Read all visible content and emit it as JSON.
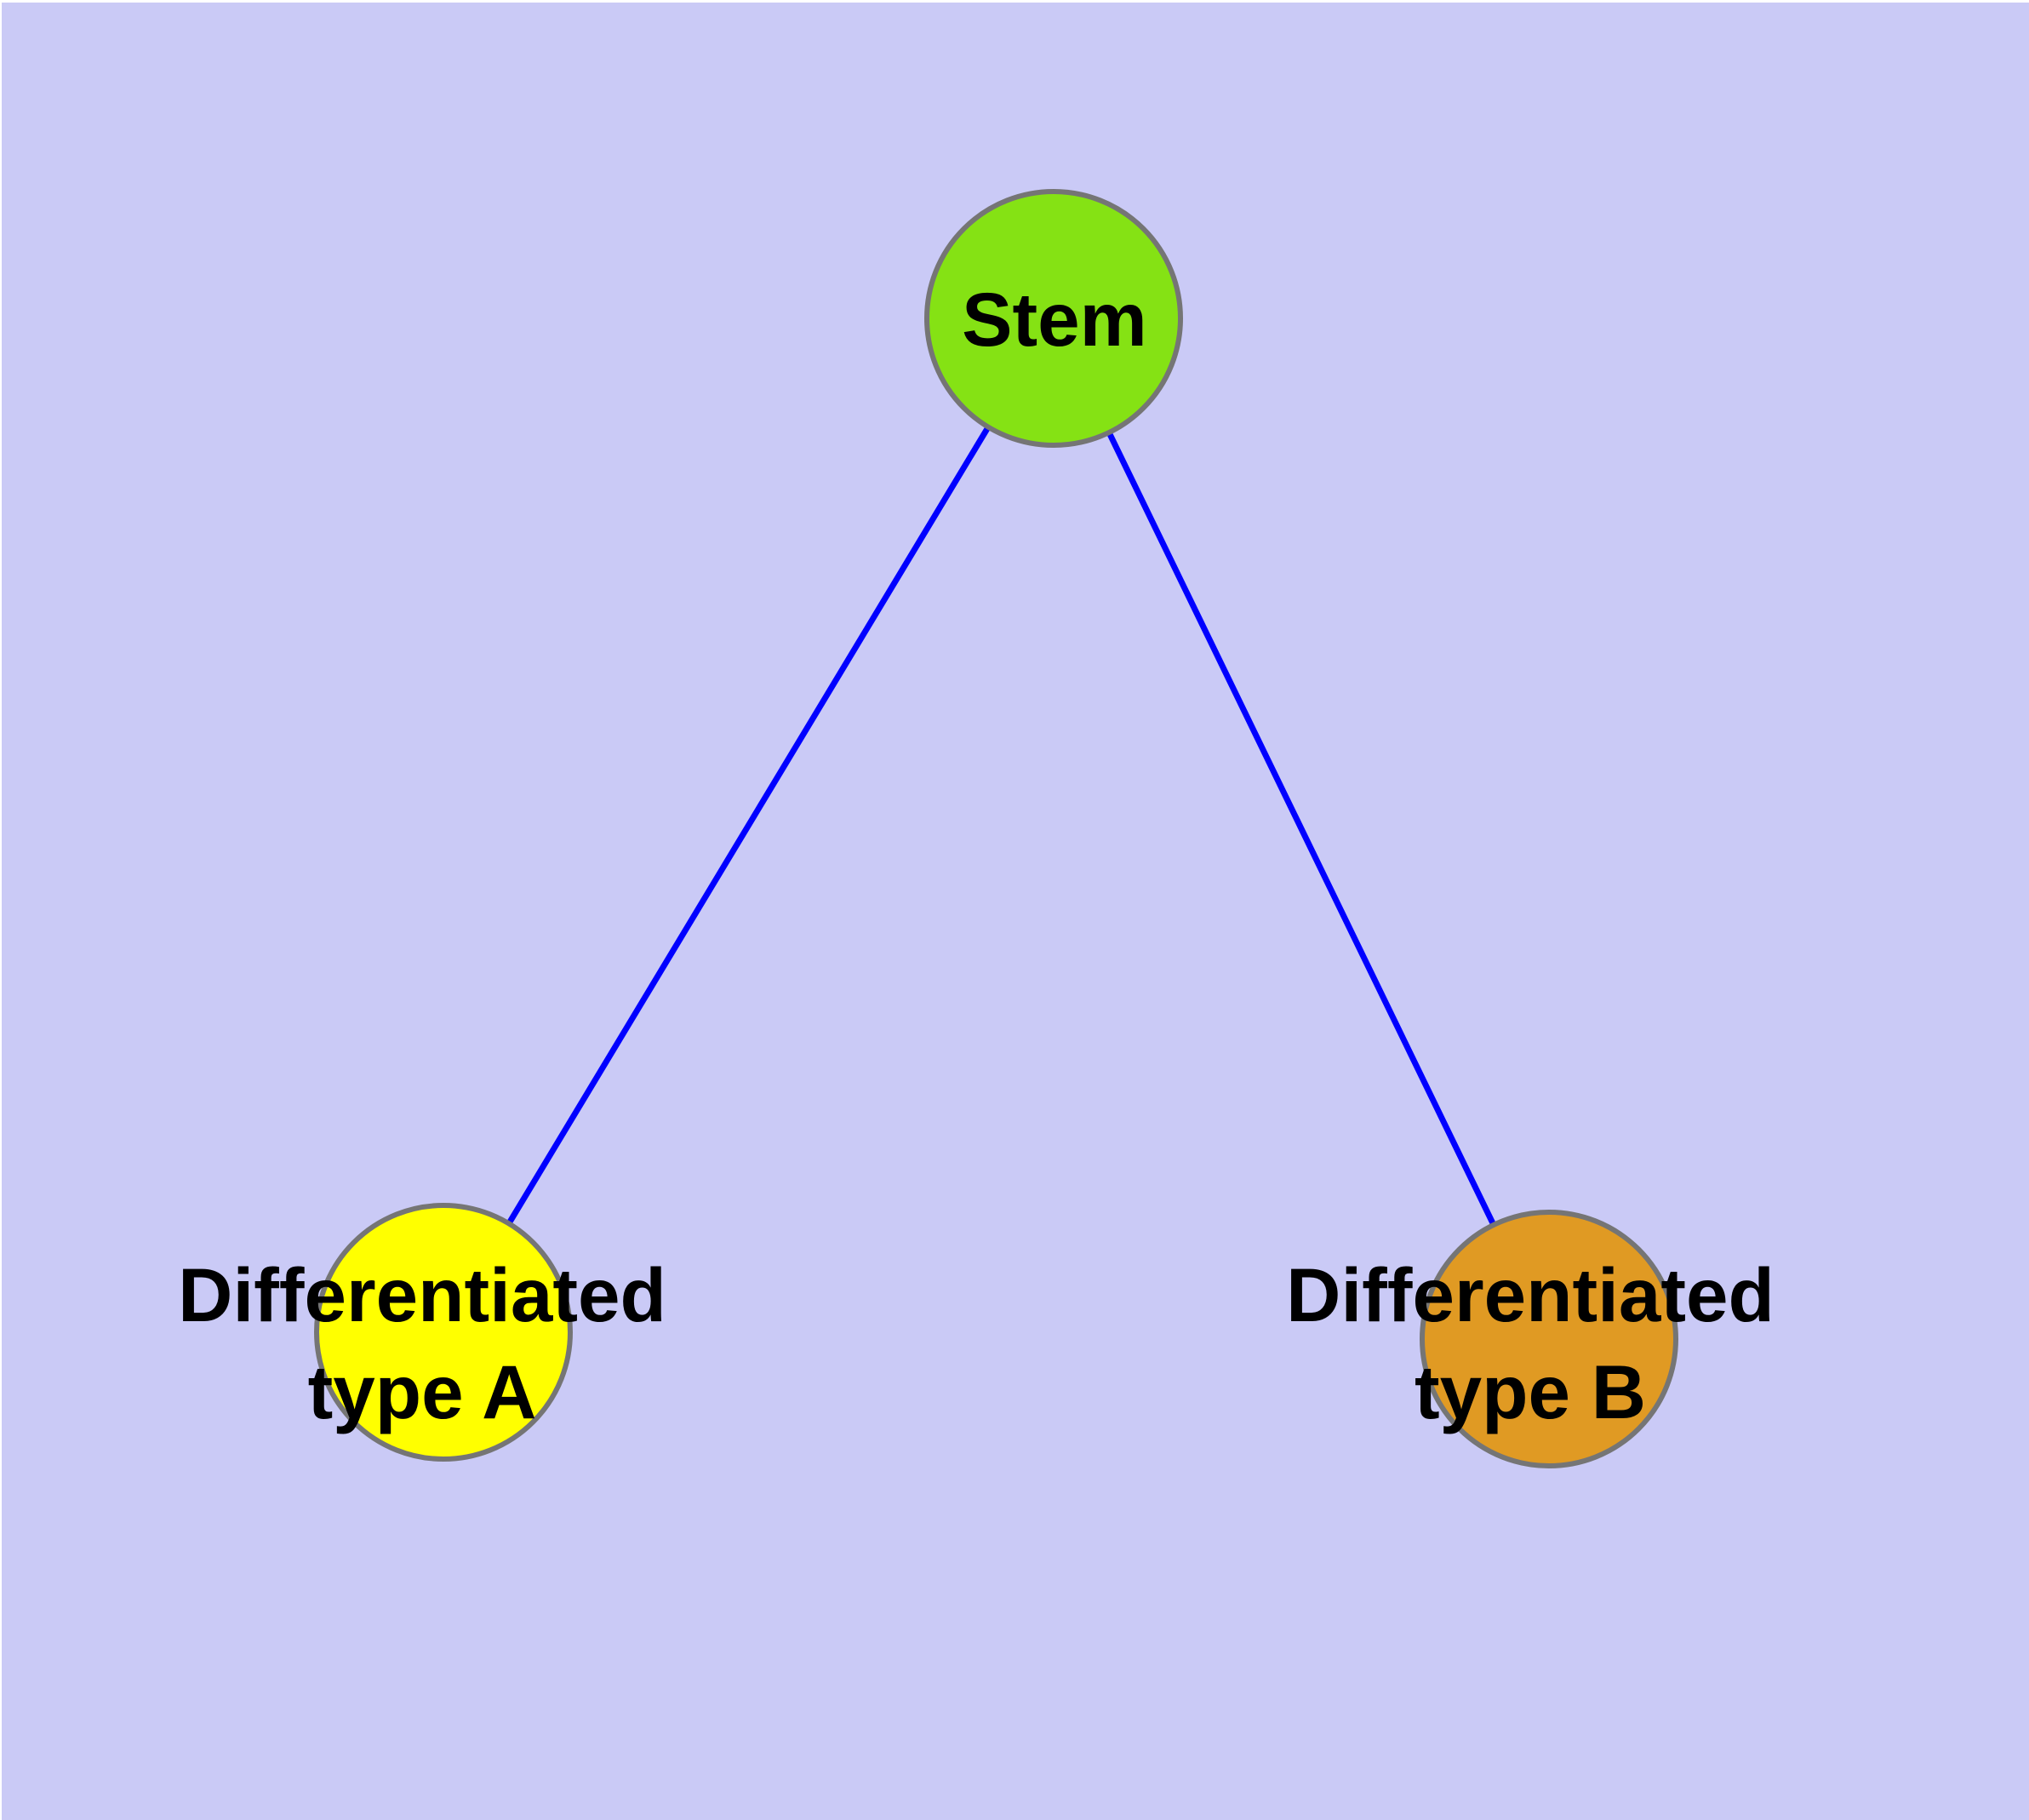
{
  "diagram": {
    "type": "node-link-graph",
    "description": "Stem cell differentiation diagram: one stem node with edges to two differentiated cell type nodes"
  },
  "colors": {
    "background": "#CACAF6",
    "page_margin": "#FFFFFF",
    "edge": "#0000FF",
    "node_border": "#757575",
    "label_text": "#000000",
    "stem_fill": "#85E214",
    "type_a_fill": "#FFFF00",
    "type_b_fill": "#E09A23"
  },
  "nodes": {
    "stem": {
      "label": "Stem"
    },
    "type_a": {
      "line1": "Differentiated",
      "line2": "type A"
    },
    "type_b": {
      "line1": "Differentiated",
      "line2": "type B"
    }
  },
  "edges": [
    {
      "from": "Stem",
      "to": "Differentiated type A"
    },
    {
      "from": "Stem",
      "to": "Differentiated type B"
    }
  ]
}
